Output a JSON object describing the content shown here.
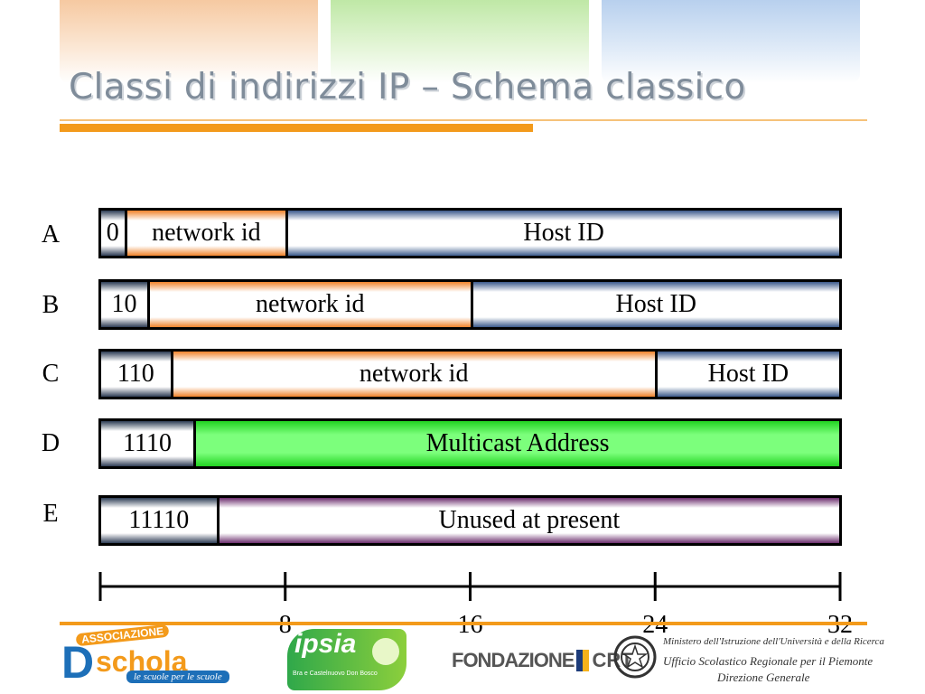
{
  "title": "Classi di indirizzi IP – Schema classico",
  "classes": [
    {
      "letter": "A",
      "segments": [
        {
          "type": "prefix",
          "label": "0",
          "bits_from": 0,
          "bits_to": 1
        },
        {
          "type": "net",
          "label": "network id",
          "bits_from": 1,
          "bits_to": 8
        },
        {
          "type": "host",
          "label": "Host ID",
          "bits_from": 8,
          "bits_to": 32
        }
      ]
    },
    {
      "letter": "B",
      "segments": [
        {
          "type": "prefix",
          "label": "10",
          "bits_from": 0,
          "bits_to": 2
        },
        {
          "type": "net",
          "label": "network id",
          "bits_from": 2,
          "bits_to": 16
        },
        {
          "type": "host",
          "label": "Host ID",
          "bits_from": 16,
          "bits_to": 32
        }
      ]
    },
    {
      "letter": "C",
      "segments": [
        {
          "type": "prefix",
          "label": "110",
          "bits_from": 0,
          "bits_to": 3
        },
        {
          "type": "net",
          "label": "network id",
          "bits_from": 3,
          "bits_to": 24
        },
        {
          "type": "host",
          "label": "Host ID",
          "bits_from": 24,
          "bits_to": 32
        }
      ]
    },
    {
      "letter": "D",
      "segments": [
        {
          "type": "prefix",
          "label": "1110",
          "bits_from": 0,
          "bits_to": 4
        },
        {
          "type": "multi",
          "label": "Multicast Address",
          "bits_from": 4,
          "bits_to": 32
        }
      ]
    },
    {
      "letter": "E",
      "segments": [
        {
          "type": "prefix",
          "label": "11110",
          "bits_from": 0,
          "bits_to": 5
        },
        {
          "type": "unused",
          "label": "Unused at present",
          "bits_from": 5,
          "bits_to": 32
        }
      ]
    }
  ],
  "scale": {
    "min": 0,
    "max": 32,
    "ticks": [
      0,
      8,
      16,
      24,
      32
    ],
    "labels": [
      {
        "value": 8,
        "text": "8"
      },
      {
        "value": 16,
        "text": "16"
      },
      {
        "value": 24,
        "text": "24"
      },
      {
        "value": 32,
        "text": "32"
      }
    ]
  },
  "footer": {
    "dschola": {
      "badge": "ASSOCIAZIONE",
      "letter": "D",
      "word": "schola",
      "tagline": "le scuole per le scuole"
    },
    "ipsia": {
      "word": "ipsia",
      "sub": "Bra e Castelnuovo Don Bosco"
    },
    "crt": {
      "left": "FONDAZIONE",
      "right": "CRT"
    },
    "ministero": {
      "line1": "Ministero dell'Istruzione dell'Università e della Ricerca",
      "line2": "Ufficio Scolastico Regionale per il Piemonte",
      "line3": "Direzione Generale"
    }
  },
  "colors": {
    "accent_orange": "#f39a1b",
    "net_orange": "#f0832b",
    "host_blue": "#3c5a8c",
    "prefix_navy": "#2e3d55",
    "multicast_green": "#7cff7c",
    "unused_purple": "#6c2f6e"
  }
}
